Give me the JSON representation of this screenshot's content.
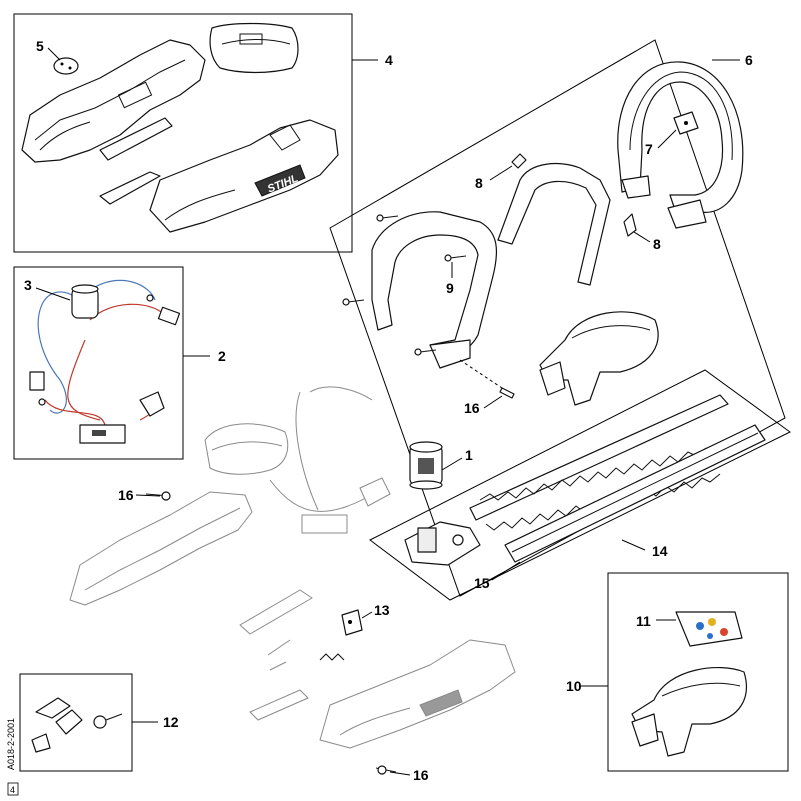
{
  "callouts": {
    "c1": "1",
    "c2": "2",
    "c3": "3",
    "c4": "4",
    "c5": "5",
    "c6": "6",
    "c7": "7",
    "c8a": "8",
    "c8b": "8",
    "c9": "9",
    "c10": "10",
    "c11": "11",
    "c12": "12",
    "c13": "13",
    "c14": "14",
    "c15": "15",
    "c16a": "16",
    "c16b": "16",
    "c16c": "16"
  },
  "side_code": "A018-2-2001",
  "corner_mark": "4",
  "brand_logo": "STIHL"
}
